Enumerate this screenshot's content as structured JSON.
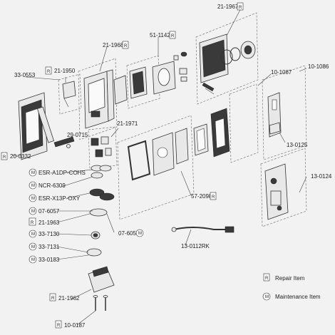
{
  "badges": {
    "repair": "R",
    "maintenance": "M"
  },
  "legend": {
    "repair": "Repair Item",
    "maintenance": "Maintenance Item"
  },
  "parts": {
    "p21_1967": "21-1967",
    "p51_1142": "51-1142",
    "p21_1968": "21-1968",
    "p10_1087": "10-1087",
    "p10_1086": "10-1086",
    "p33_0553": "33-0553",
    "p21_1950": "21-1950",
    "p29_0715": "29-0715",
    "p20_0332": "20-0332",
    "p21_1971": "21-1971",
    "p13_0125": "13-0125",
    "p13_0124": "13-0124",
    "esr_a1dp": "ESR-A1DP-COHS",
    "ncr_6309": "NCR-6309",
    "esr_x13p": "ESR-X13P-OXY",
    "p07_6057": "07-6057",
    "p21_1963": "21-1963",
    "p33_7130": "33-7130",
    "p33_7131": "33-7131",
    "p33_0183": "33-0183",
    "p07_6058": "07-6058",
    "p57_2098": "57-2098",
    "p13_0112rk": "13-0112RK",
    "p21_1962": "21-1962",
    "p10_0187": "10-0187"
  },
  "icons": {
    "repair": "boxed-r-icon",
    "maintenance": "circled-m-icon"
  },
  "colors": {
    "background": "#f2f2f2",
    "line": "#333333"
  }
}
